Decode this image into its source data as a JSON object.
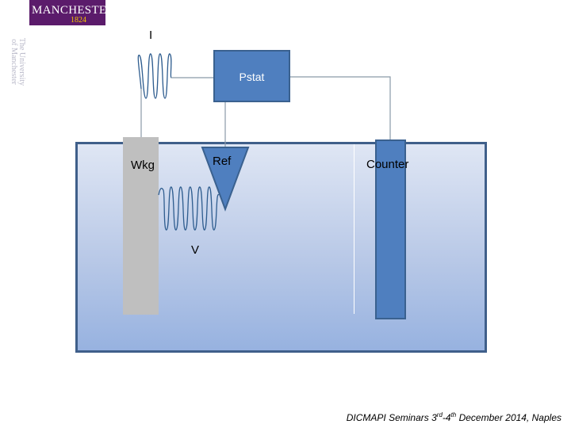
{
  "logo": {
    "name": "MANCHESTER",
    "year": "1824"
  },
  "side_text": [
    "The University",
    "of Manchester"
  ],
  "labels": {
    "current": "I",
    "pstat": "Pstat",
    "working": "Wkg",
    "reference": "Ref",
    "counter": "Counter",
    "voltage": "V"
  },
  "footer": {
    "prefix": "DICMAPI Seminars 3",
    "sup1": "rd",
    "middle": "-4",
    "sup2": "th",
    "suffix": " December 2014, Naples"
  },
  "colors": {
    "electrode_blue": "#4f7fbf",
    "working_grey": "#bfbfbf",
    "wire": "#8a9aa8",
    "coil": "#2f5d8f"
  }
}
